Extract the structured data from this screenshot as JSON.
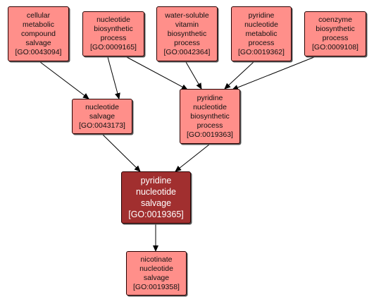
{
  "colors": {
    "node_fill": "#ff8f8a",
    "focus_fill": "#a12f2f",
    "border": "#2a0000",
    "edge": "#000000"
  },
  "nodes": {
    "cellular_metabolic": {
      "lines": [
        "cellular",
        "metabolic",
        "compound",
        "salvage"
      ],
      "id": "[GO:0043094]"
    },
    "nucleotide_biosynthetic": {
      "lines": [
        "nucleotide",
        "biosynthetic",
        "process"
      ],
      "id": "[GO:0009165]"
    },
    "water_soluble_vitamin": {
      "lines": [
        "water-soluble",
        "vitamin",
        "biosynthetic",
        "process"
      ],
      "id": "[GO:0042364]"
    },
    "pyridine_metabolic": {
      "lines": [
        "pyridine",
        "nucleotide",
        "metabolic",
        "process"
      ],
      "id": "[GO:0019362]"
    },
    "coenzyme_biosynthetic": {
      "lines": [
        "coenzyme",
        "biosynthetic",
        "process"
      ],
      "id": "[GO:0009108]"
    },
    "nucleotide_salvage": {
      "lines": [
        "nucleotide",
        "salvage"
      ],
      "id": "[GO:0043173]"
    },
    "pyridine_biosynthetic": {
      "lines": [
        "pyridine",
        "nucleotide",
        "biosynthetic",
        "process"
      ],
      "id": "[GO:0019363]"
    },
    "pyridine_salvage": {
      "lines": [
        "pyridine",
        "nucleotide",
        "salvage"
      ],
      "id": "[GO:0019365]"
    },
    "nicotinate_salvage": {
      "lines": [
        "nicotinate",
        "nucleotide",
        "salvage"
      ],
      "id": "[GO:0019358]"
    }
  },
  "edges": [
    [
      "cellular_metabolic",
      "nucleotide_salvage"
    ],
    [
      "nucleotide_biosynthetic",
      "nucleotide_salvage"
    ],
    [
      "nucleotide_biosynthetic",
      "pyridine_biosynthetic"
    ],
    [
      "water_soluble_vitamin",
      "pyridine_biosynthetic"
    ],
    [
      "pyridine_metabolic",
      "pyridine_biosynthetic"
    ],
    [
      "coenzyme_biosynthetic",
      "pyridine_biosynthetic"
    ],
    [
      "nucleotide_salvage",
      "pyridine_salvage"
    ],
    [
      "pyridine_biosynthetic",
      "pyridine_salvage"
    ],
    [
      "pyridine_salvage",
      "nicotinate_salvage"
    ]
  ]
}
